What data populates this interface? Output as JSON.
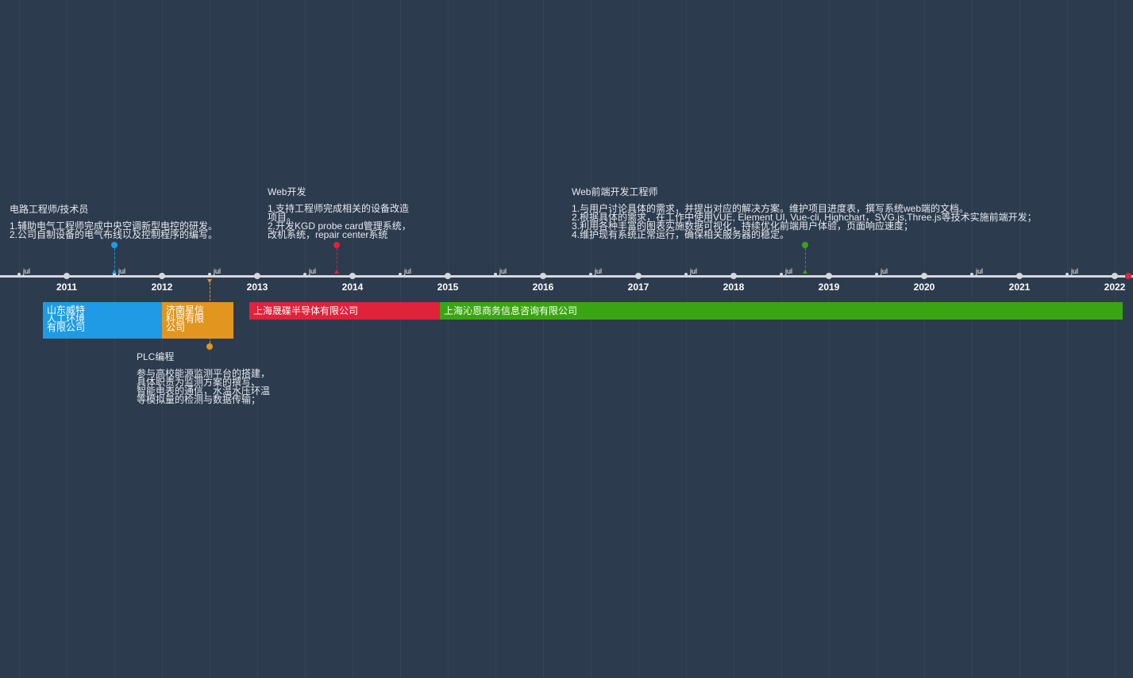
{
  "colors": {
    "background": "#2d3b4e",
    "axis": "#d4d8de",
    "blue": "#1e9be4",
    "orange": "#e29620",
    "red": "#e0223a",
    "green": "#3aa512"
  },
  "axis": {
    "years": [
      "2011",
      "2012",
      "2013",
      "2014",
      "2015",
      "2016",
      "2017",
      "2018",
      "2019",
      "2020",
      "2021",
      "2022"
    ],
    "mid_label": "jul"
  },
  "companies": [
    {
      "name": "山东威特人工环境有限公司",
      "lines": [
        "山东威特",
        "人工环境",
        "有限公司"
      ],
      "start": "2010-10",
      "end": "2012-01",
      "color": "#1e9be4"
    },
    {
      "name": "济南星信科贸有限公司",
      "lines": [
        "济南星信",
        "科贸有限",
        "公司"
      ],
      "start": "2012-01",
      "end": "2012-10",
      "color": "#e29620"
    },
    {
      "name": "上海晟碟半导体有限公司",
      "lines": [
        "上海晟碟半导体有限公司"
      ],
      "start": "2012-12",
      "end": "2014-12",
      "color": "#e0223a"
    },
    {
      "name": "上海沁恩商务信息咨询有限公司",
      "lines": [
        "上海沁恩商务信息咨询有限公司"
      ],
      "start": "2014-12",
      "end": "2022-02",
      "color": "#3aa512"
    }
  ],
  "events": [
    {
      "date": "2011-07",
      "position": "above",
      "color": "#1e9be4",
      "title": "电路工程师/技术员",
      "lines": [
        "1.辅助电气工程师完成中央空调新型电控的研发。",
        "2.公司自制设备的电气布线以及控制程序的编写。"
      ]
    },
    {
      "date": "2012-07",
      "position": "below",
      "color": "#e29620",
      "title": "PLC编程",
      "lines": [
        "参与高校能源监测平台的搭建，",
        "具体职责为监测方案的撰写、",
        "智能电表的通信，水温水压环温",
        "等模拟量的检测与数据传输；"
      ]
    },
    {
      "date": "2013-11",
      "position": "above",
      "color": "#e0223a",
      "title": "Web开发",
      "lines": [
        "1.支持工程师完成相关的设备改造",
        "项目。",
        "2.开发KGD probe card管理系统，",
        "改机系统，repair center系统"
      ]
    },
    {
      "date": "2018-10",
      "position": "above",
      "color": "#3aa512",
      "title": "Web前端开发工程师",
      "lines": [
        "1.与用户讨论具体的需求，并提出对应的解决方案。维护项目进度表，撰写系统web端的文档。",
        "2.根据具体的需求，在工作中使用VUE, Element UI, Vue-cli, Highchart，SVG.js,Three.js等技术实施前端开发；",
        "3.利用各种丰富的图表实施数据可视化，持续优化前端用户体验，页面响应速度；",
        "4.维护现有系统正常运行，确保相关服务器的稳定。"
      ]
    }
  ]
}
